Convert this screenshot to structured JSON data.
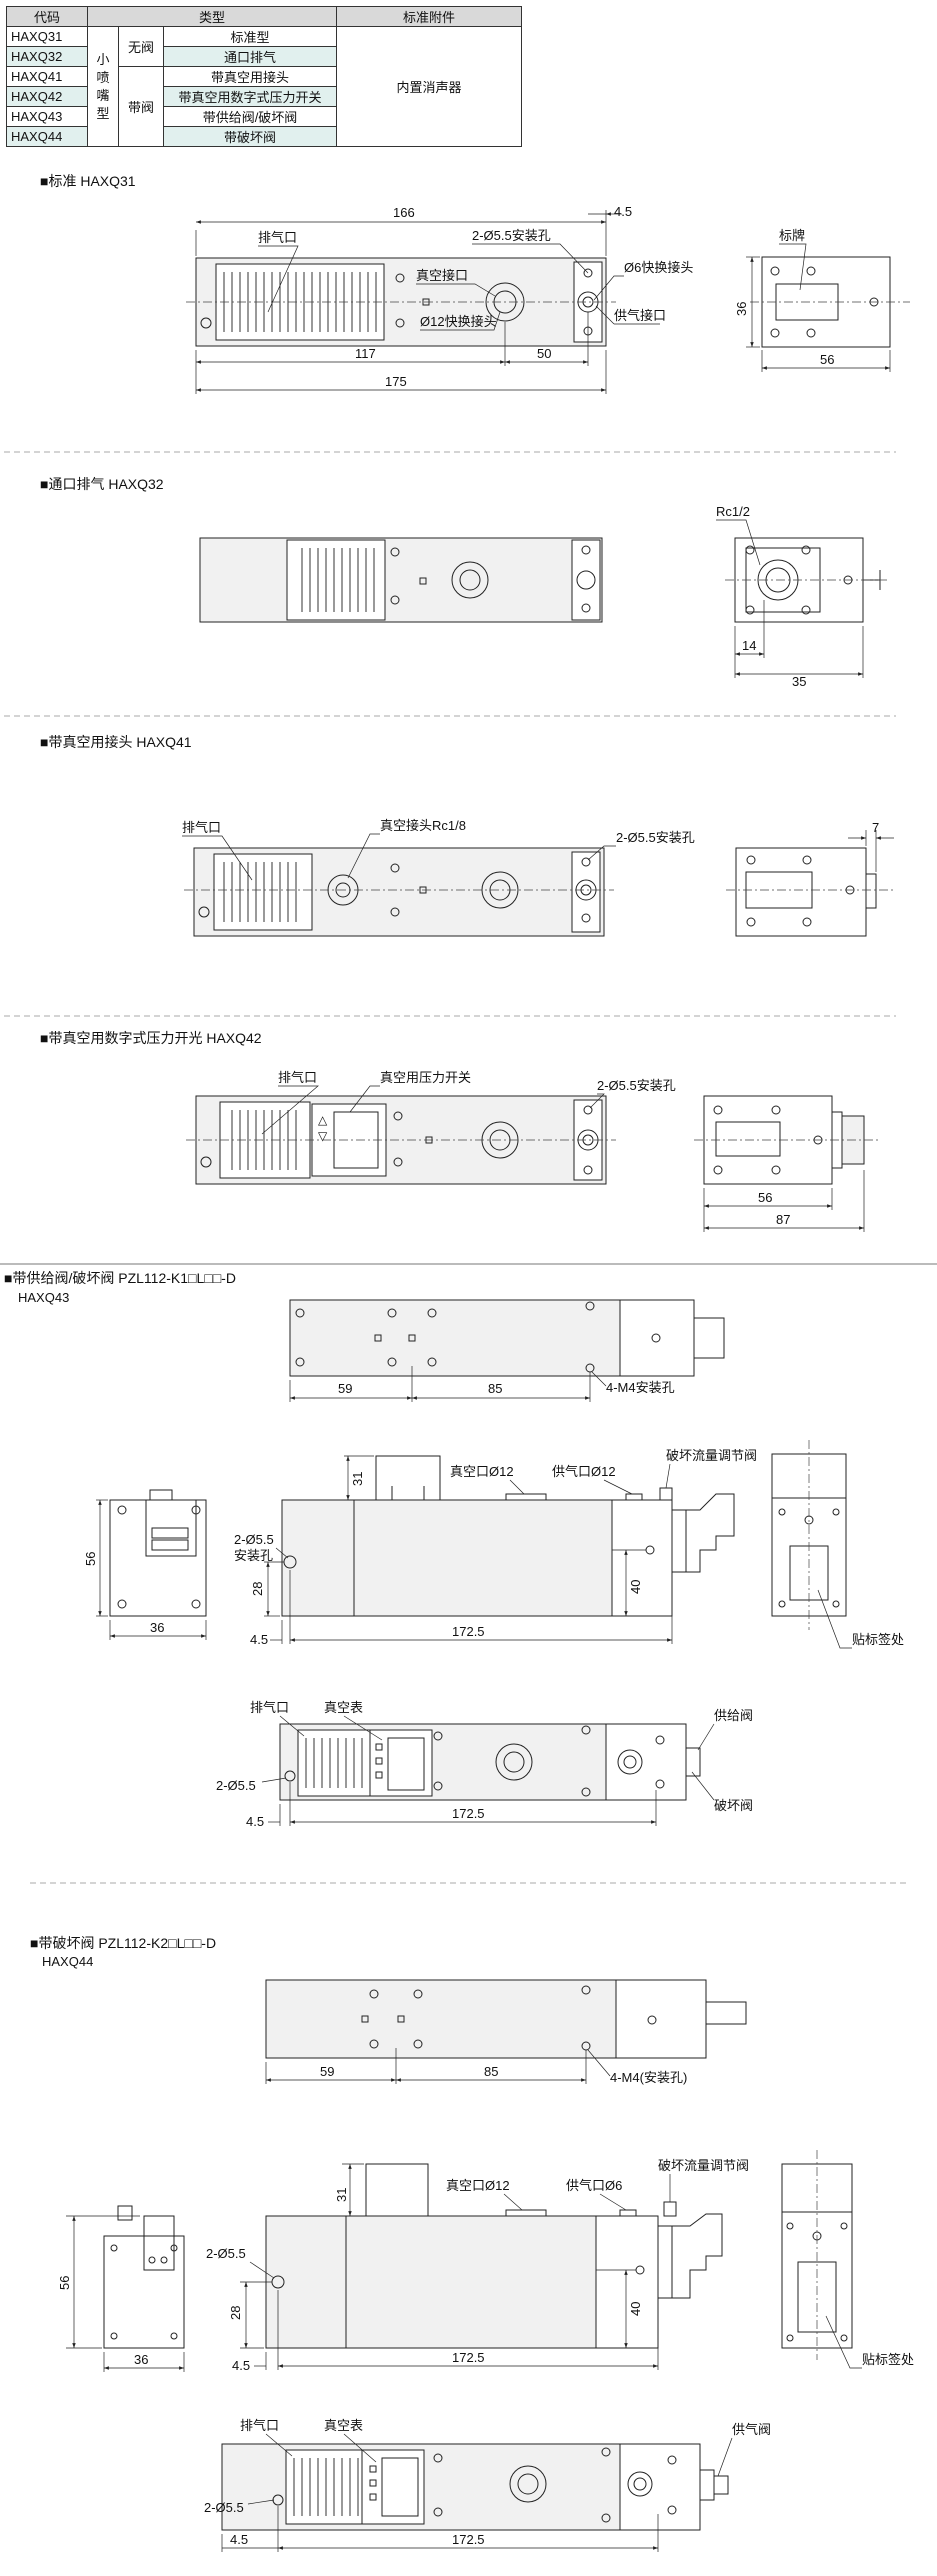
{
  "table": {
    "header": {
      "code": "代码",
      "type": "类型",
      "accessory": "标准附件"
    },
    "codes": [
      "HAXQ31",
      "HAXQ32",
      "HAXQ41",
      "HAXQ42",
      "HAXQ43",
      "HAXQ44"
    ],
    "group_nozzle": "小喷嘴型",
    "no_valve": "无阀",
    "with_valve": "带阀",
    "types": [
      "标准型",
      "通口排气",
      "带真空用接头",
      "带真空用数字式压力开关",
      "带供给阀/破坏阀",
      "带破坏阀"
    ],
    "accessory_value": "内置消声器"
  },
  "sections": {
    "s1": {
      "title": "■标准 HAXQ31",
      "labels": {
        "exhaust": "排气口",
        "vac_port": "真空接口",
        "vac_fitting": "Ø12快换接头",
        "mount": "2-Ø5.5安装孔",
        "fitting6": "Ø6快换接头",
        "supply": "供气接口",
        "nameplate": "标牌"
      },
      "dims": {
        "d166": "166",
        "d45": "4.5",
        "d117": "117",
        "d50": "50",
        "d175": "175",
        "d36": "36",
        "d56": "56"
      }
    },
    "s2": {
      "title": "■通口排气 HAXQ32",
      "labels": {
        "rc": "Rc1/2"
      },
      "dims": {
        "d14": "14",
        "d35": "35"
      }
    },
    "s3": {
      "title": "■带真空用接头 HAXQ41",
      "labels": {
        "exhaust": "排气口",
        "vac_fitting": "真空接头Rc1/8",
        "mount": "2-Ø5.5安装孔"
      },
      "dims": {
        "d7": "7"
      }
    },
    "s4": {
      "title": "■带真空用数字式压力开光 HAXQ42",
      "labels": {
        "exhaust": "排气口",
        "switch": "真空用压力开关",
        "mount": "2-Ø5.5安装孔"
      },
      "dims": {
        "d56": "56",
        "d87": "87"
      }
    },
    "s5": {
      "title": "■带供给阀/破坏阀  PZL112-K1□L□□-D",
      "subtitle": "HAXQ43",
      "labels": {
        "m4": "4-M4安装孔",
        "vac_port": "真空口Ø12",
        "supply_port": "供气口Ø12",
        "flow_valve": "破坏流量调节阀",
        "mount_a": "2-Ø5.5",
        "mount_b": "安装孔",
        "sticker": "贴标签处",
        "exhaust": "排气口",
        "gauge": "真空表",
        "mount_c": "2-Ø5.5",
        "supply_valve": "供给阀",
        "break_valve": "破坏阀"
      },
      "dims": {
        "d59": "59",
        "d85": "85",
        "d31": "31",
        "d56": "56",
        "d28": "28",
        "d40": "40",
        "d36": "36",
        "d45": "4.5",
        "d1725": "172.5",
        "d45b": "4.5",
        "d1725b": "172.5"
      }
    },
    "s6": {
      "title": "■带破坏阀  PZL112-K2□L□□-D",
      "subtitle": "HAXQ44",
      "labels": {
        "m4": "4-M4(安装孔)",
        "vac_port": "真空口Ø12",
        "supply_port": "供气口Ø6",
        "flow_valve": "破坏流量调节阀",
        "mount_a": "2-Ø5.5",
        "sticker": "贴标签处",
        "exhaust": "排气口",
        "gauge": "真空表",
        "mount_c": "2-Ø5.5",
        "supply_valve": "供气阀"
      },
      "dims": {
        "d59": "59",
        "d85": "85",
        "d31": "31",
        "d56": "56",
        "d28": "28",
        "d40": "40",
        "d36": "36",
        "d45": "4.5",
        "d1725": "172.5",
        "d45b": "4.5",
        "d1725b": "172.5"
      }
    }
  }
}
